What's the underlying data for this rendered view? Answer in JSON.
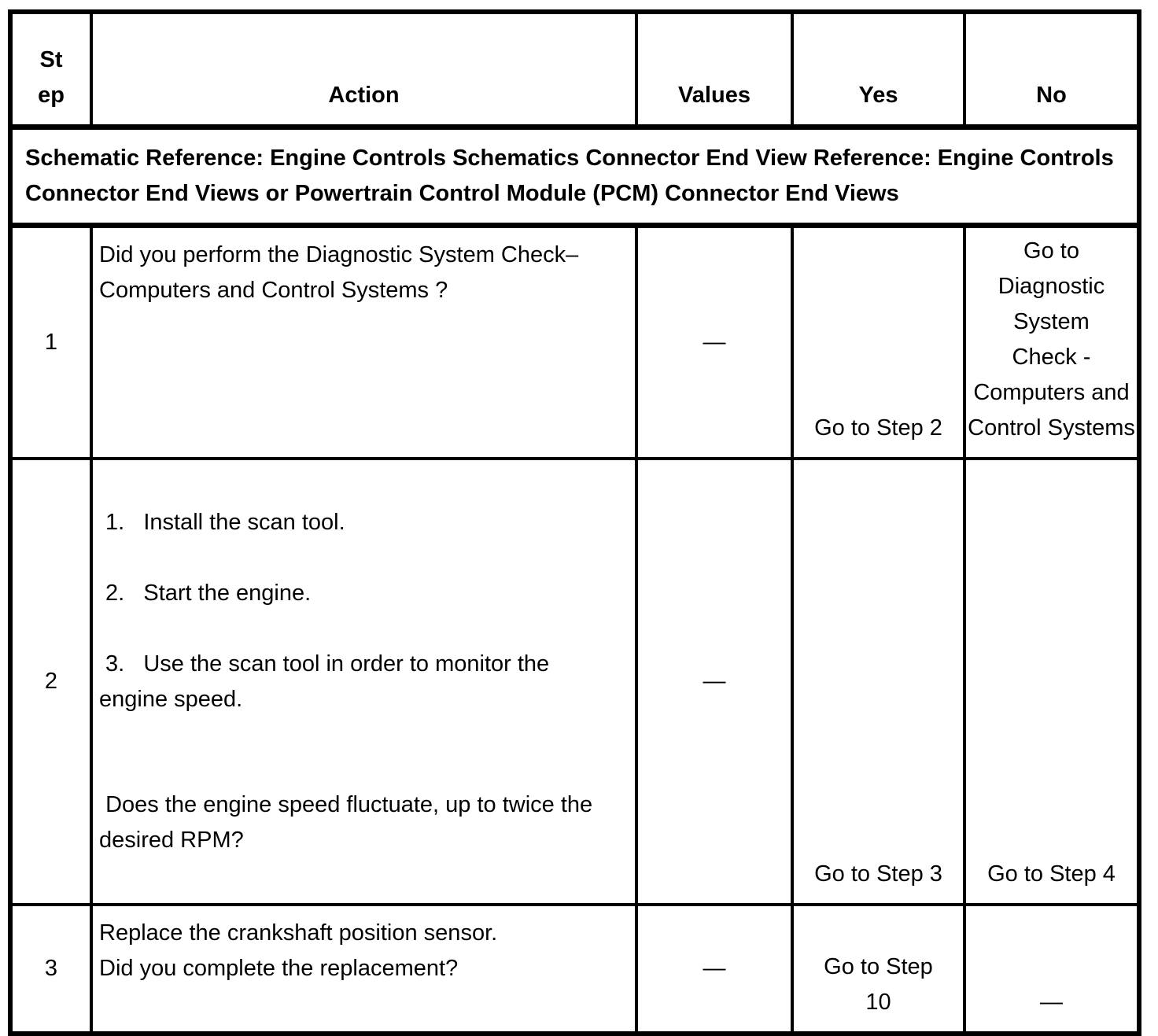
{
  "table": {
    "header": {
      "step": "Step",
      "action": "Action",
      "values": "Values",
      "yes": "Yes",
      "no": "No"
    },
    "schematic_note": "Schematic Reference: Engine Controls Schematics Connector End View Reference: Engine Controls Connector End Views or Powertrain Control Module (PCM) Connector End Views",
    "rows": [
      {
        "step": "1",
        "action": "Did you perform the Diagnostic System Check–Computers and Control Systems ?",
        "values": "—",
        "yes": "Go to Step 2",
        "no": "Go to\nDiagnostic\nSystem\nCheck -\nComputers and\nControl Systems"
      },
      {
        "step": "2",
        "action_items": [
          "1.   Install the scan tool.",
          "2.   Start the engine.",
          "3.   Use the scan tool in order to monitor the engine speed."
        ],
        "action_question": " Does the engine speed fluctuate, up to twice the desired RPM?",
        "values": "—",
        "yes": "Go to Step 3",
        "no": "Go to Step 4"
      },
      {
        "step": "3",
        "action": "Replace the crankshaft position sensor.\nDid you complete the replacement?",
        "values": "—",
        "yes": "Go to Step\n10",
        "no": "—"
      }
    ]
  }
}
